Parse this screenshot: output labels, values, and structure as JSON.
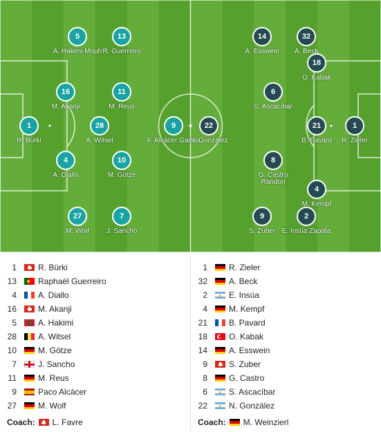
{
  "pitch": {
    "home": [
      {
        "number": "1",
        "name": "R. Bürki"
      },
      {
        "number": "5",
        "name": "A. Hakimi Mouh"
      },
      {
        "number": "16",
        "name": "M. Akanji"
      },
      {
        "number": "4",
        "name": "A. Diallo"
      },
      {
        "number": "27",
        "name": "M. Wolf"
      },
      {
        "number": "13",
        "name": "R. Guerreiro"
      },
      {
        "number": "11",
        "name": "M. Reus"
      },
      {
        "number": "28",
        "name": "A. Witsel"
      },
      {
        "number": "10",
        "name": "M. Götze"
      },
      {
        "number": "7",
        "name": "J. Sancho"
      },
      {
        "number": "9",
        "name": "F. Alcácer García"
      }
    ],
    "away": [
      {
        "number": "22",
        "name": "N. González"
      },
      {
        "number": "14",
        "name": "A. Esswein"
      },
      {
        "number": "6",
        "name": "S. Ascacíbar"
      },
      {
        "number": "8",
        "name": "G. Castro Randon"
      },
      {
        "number": "9",
        "name": "S. Zuber"
      },
      {
        "number": "32",
        "name": "A. Beck"
      },
      {
        "number": "18",
        "name": "O. Kabak"
      },
      {
        "number": "21",
        "name": "B. Pavard"
      },
      {
        "number": "4",
        "name": "M. Kempf"
      },
      {
        "number": "2",
        "name": "E. Insúa Zapata"
      },
      {
        "number": "1",
        "name": "R. Zieler"
      }
    ]
  },
  "lineups": {
    "home": {
      "players": [
        {
          "number": "1",
          "flag": "switzerland",
          "name": "R. Bürki"
        },
        {
          "number": "13",
          "flag": "portugal",
          "name": "Raphaël Guerreiro"
        },
        {
          "number": "4",
          "flag": "france",
          "name": "A. Diallo"
        },
        {
          "number": "16",
          "flag": "switzerland",
          "name": "M. Akanji"
        },
        {
          "number": "5",
          "flag": "morocco",
          "name": "A. Hakimi"
        },
        {
          "number": "28",
          "flag": "belgium",
          "name": "A. Witsel"
        },
        {
          "number": "10",
          "flag": "germany",
          "name": "M. Götze"
        },
        {
          "number": "7",
          "flag": "england",
          "name": "J. Sancho"
        },
        {
          "number": "11",
          "flag": "germany",
          "name": "M. Reus"
        },
        {
          "number": "9",
          "flag": "spain",
          "name": "Paco Alcácer"
        },
        {
          "number": "27",
          "flag": "germany",
          "name": "M. Wolf"
        }
      ],
      "coach_label": "Coach:",
      "coach_flag": "switzerland",
      "coach_name": "L. Favre"
    },
    "away": {
      "players": [
        {
          "number": "1",
          "flag": "germany",
          "name": "R. Zieler"
        },
        {
          "number": "32",
          "flag": "germany",
          "name": "A. Beck"
        },
        {
          "number": "2",
          "flag": "argentina",
          "name": "E. Insúa"
        },
        {
          "number": "4",
          "flag": "germany",
          "name": "M. Kempf"
        },
        {
          "number": "21",
          "flag": "france",
          "name": "B. Pavard"
        },
        {
          "number": "18",
          "flag": "turkey",
          "name": "O. Kabak"
        },
        {
          "number": "14",
          "flag": "germany",
          "name": "A. Esswein"
        },
        {
          "number": "9",
          "flag": "switzerland",
          "name": "S. Zuber"
        },
        {
          "number": "8",
          "flag": "germany",
          "name": "G. Castro"
        },
        {
          "number": "6",
          "flag": "argentina",
          "name": "S. Ascacíbar"
        },
        {
          "number": "22",
          "flag": "argentina",
          "name": "N. González"
        }
      ],
      "coach_label": "Coach:",
      "coach_flag": "germany",
      "coach_name": "M. Weinzierl"
    }
  },
  "colors": {
    "home_badge": "#1aa3a3",
    "away_badge": "#244a52",
    "pitch_light": "#64ad3b",
    "pitch_dark": "#56a02e"
  }
}
